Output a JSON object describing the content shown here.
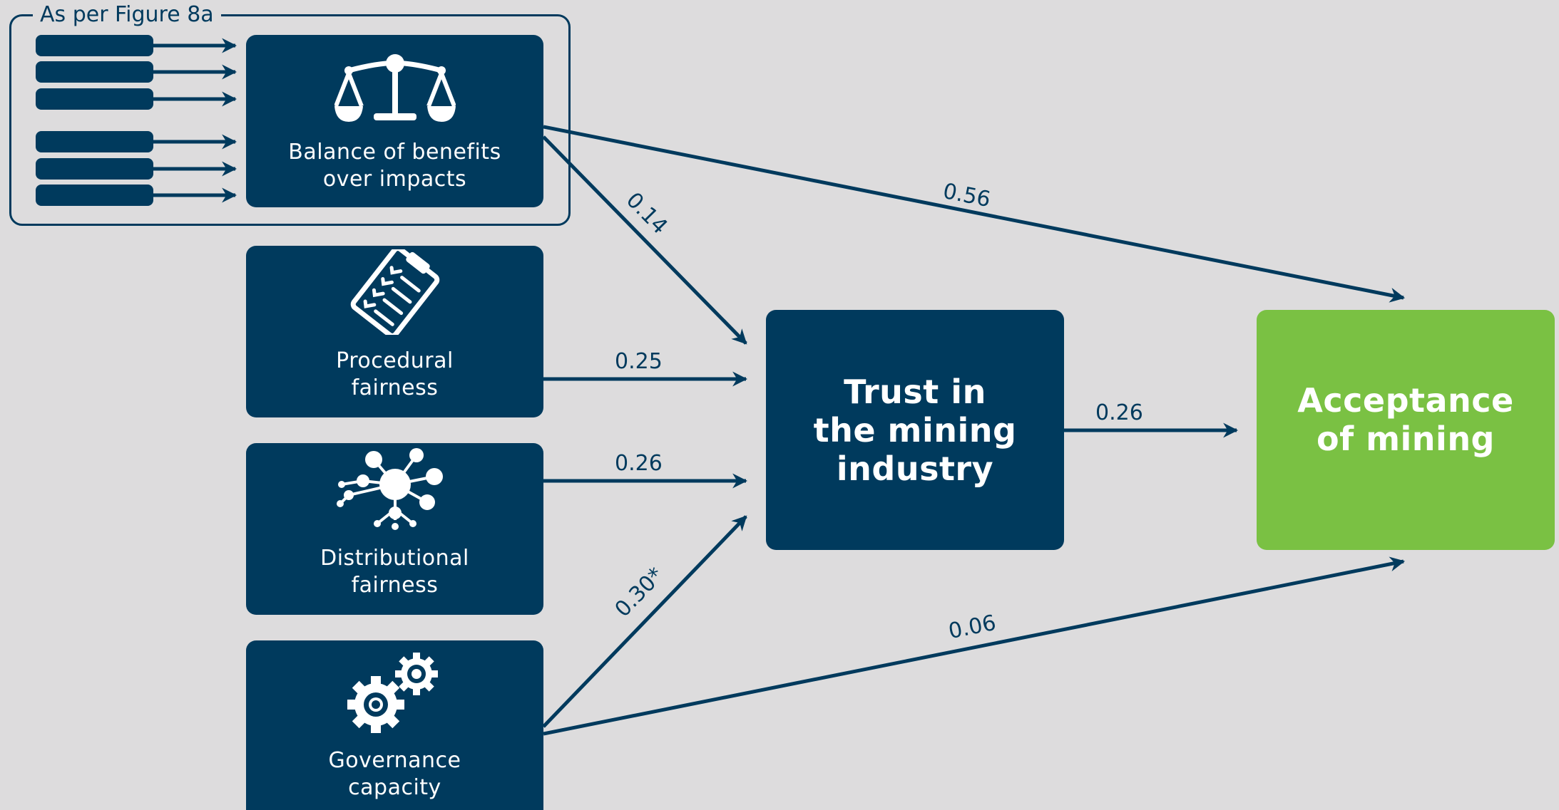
{
  "group": {
    "caption": "As per Figure 8a"
  },
  "nodes": {
    "balance": {
      "label": "Balance of benefits\nover impacts",
      "icon": "scales-icon"
    },
    "procedural": {
      "label": "Procedural\nfairness",
      "icon": "clipboard-icon"
    },
    "distributional": {
      "label": "Distributional\nfairness",
      "icon": "network-icon"
    },
    "governance": {
      "label": "Governance\ncapacity",
      "icon": "gears-icon"
    },
    "trust": {
      "label": "Trust in\nthe mining\nindustry"
    },
    "acceptance": {
      "label": "Acceptance\nof mining"
    }
  },
  "paths": {
    "balance_to_acceptance": "0.56",
    "balance_to_trust": "0.14",
    "procedural_to_trust": "0.25",
    "distributional_to_trust": "0.26",
    "governance_to_trust": "0.30*",
    "trust_to_acceptance": "0.26",
    "governance_to_acceptance": "0.06"
  },
  "colors": {
    "navy": "#003a5d",
    "green": "#7ac143",
    "background": "#dddcdd"
  }
}
